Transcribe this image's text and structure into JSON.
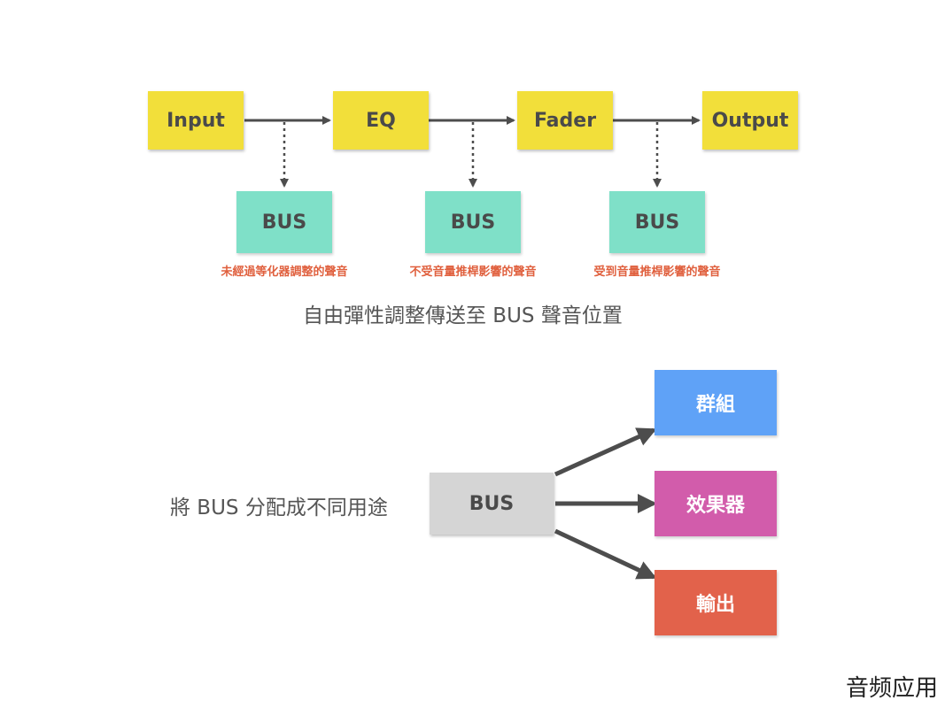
{
  "signal_chain": {
    "nodes": [
      "Input",
      "EQ",
      "Fader",
      "Output"
    ],
    "buses": [
      {
        "label": "BUS",
        "caption": "未經過等化器調整的聲音"
      },
      {
        "label": "BUS",
        "caption": "不受音量推桿影響的聲音"
      },
      {
        "label": "BUS",
        "caption": "受到音量推桿影響的聲音"
      }
    ],
    "summary": "自由彈性調整傳送至 BUS 聲音位置"
  },
  "routing": {
    "description": "將 BUS 分配成不同用途",
    "source": "BUS",
    "destinations": [
      {
        "label": "群組",
        "color": "#5fa2f7"
      },
      {
        "label": "效果器",
        "color": "#d25cab"
      },
      {
        "label": "輸出",
        "color": "#e2624b"
      }
    ]
  },
  "colors": {
    "chain_node": "#f2df3a",
    "bus_node": "#7fe0c8",
    "caption": "#e0603e",
    "source_bus": "#d5d5d5",
    "arrow": "#4d4d4d"
  },
  "watermark": "音频应用"
}
